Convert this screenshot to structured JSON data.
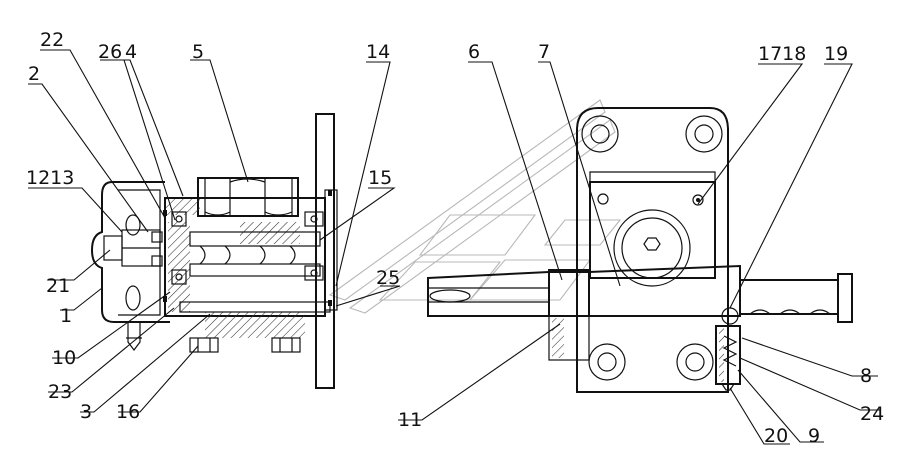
{
  "labels": {
    "l22": "22",
    "l26": "26",
    "l4": "4",
    "l5": "5",
    "l14": "14",
    "l6": "6",
    "l7": "7",
    "l1718": "1718",
    "l19": "19",
    "l2": "2",
    "l1213": "1213",
    "l15": "15",
    "l21": "21",
    "l1": "1",
    "l25": "25",
    "l10": "10",
    "l23": "23",
    "l3": "3",
    "l16": "16",
    "l11": "11",
    "l8": "8",
    "l24": "24",
    "l20": "20",
    "l9": "9"
  },
  "colors": {
    "line": "#111111",
    "hatch": "#333333",
    "watermark": "#b8b8b8",
    "background": "#ffffff"
  }
}
